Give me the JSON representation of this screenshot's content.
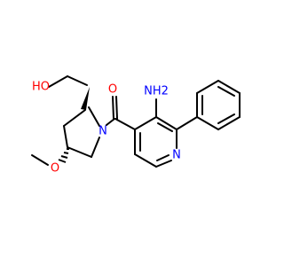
{
  "labels": {
    "oh": "HO",
    "o_carbonyl": "O",
    "nh2": "NH2",
    "n_pyrrolidine": "N",
    "n_pyridine": "N",
    "o_methoxy": "O"
  },
  "colors": {
    "bond": "#000000",
    "oxygen": "#ff0000",
    "nitrogen": "#0000ff"
  }
}
